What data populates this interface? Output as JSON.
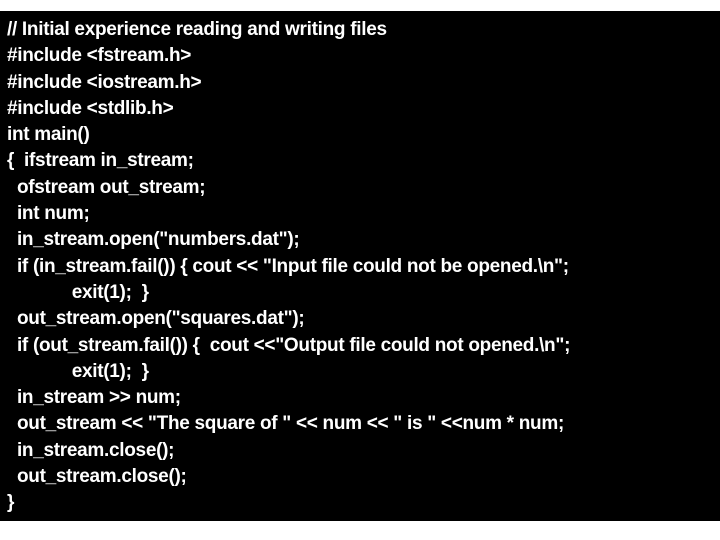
{
  "colors": {
    "page_background": "#ffffff",
    "code_background": "#000000",
    "code_text": "#ffffff"
  },
  "code": {
    "lines": [
      "// Initial experience reading and writing files",
      "#include <fstream.h>",
      "#include <iostream.h>",
      "#include <stdlib.h>",
      "int main()",
      "{  ifstream in_stream;",
      "  ofstream out_stream;",
      "  int num;",
      "  in_stream.open(\"numbers.dat\");",
      "  if (in_stream.fail()) { cout << \"Input file could not be opened.\\n\";",
      "             exit(1);  }",
      "  out_stream.open(\"squares.dat\");",
      "  if (out_stream.fail()) {  cout <<\"Output file could not opened.\\n\";",
      "             exit(1);  }",
      "  in_stream >> num;",
      "  out_stream << \"The square of \" << num << \" is \" <<num * num;",
      "  in_stream.close();",
      "  out_stream.close();",
      "}"
    ]
  }
}
